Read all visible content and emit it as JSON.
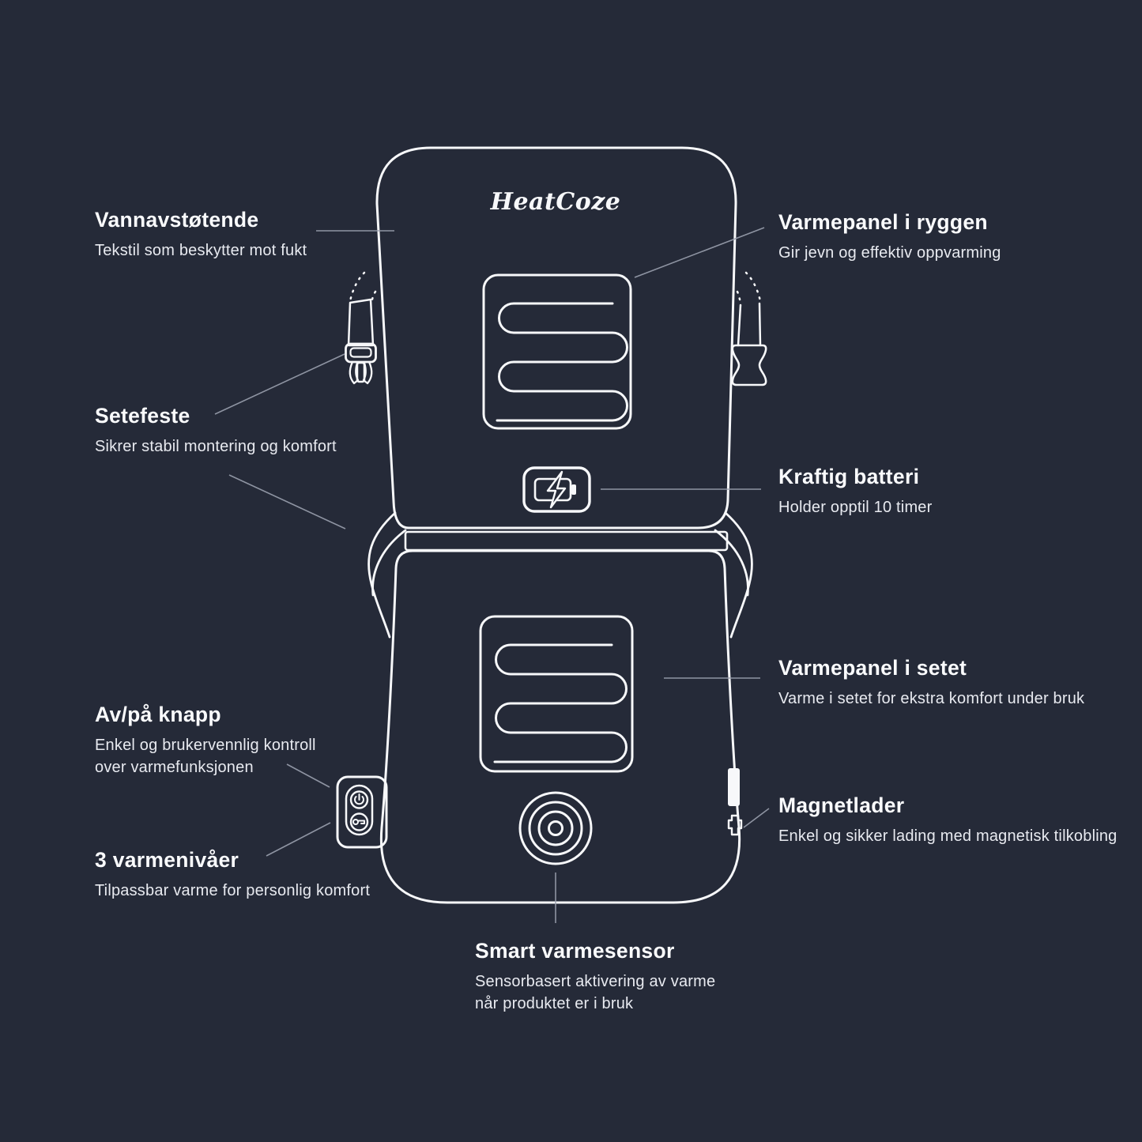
{
  "logo": {
    "text": "HeatCoze"
  },
  "callouts": [
    {
      "id": "vannavstotende",
      "title": "Vannavstøtende",
      "description": "Tekstil som beskytter mot fukt"
    },
    {
      "id": "setefeste",
      "title": "Setefeste",
      "description": "Sikrer stabil montering og komfort"
    },
    {
      "id": "av-pa-knapp",
      "title": "Av/på knapp",
      "description": "Enkel og brukervennlig kontroll over varmefunksjonen"
    },
    {
      "id": "tre-varmenivaer",
      "title": "3 varmenivåer",
      "description": "Tilpassbar varme for personlig komfort"
    },
    {
      "id": "varmepanel-ryggen",
      "title": "Varmepanel i ryggen",
      "description": "Gir jevn og effektiv oppvarming"
    },
    {
      "id": "kraftig-batteri",
      "title": "Kraftig batteri",
      "description": "Holder opptil 10 timer"
    },
    {
      "id": "varmepanel-setet",
      "title": "Varmepanel i setet",
      "description": "Varme i setet for ekstra komfort under bruk"
    },
    {
      "id": "magnetlader",
      "title": "Magnetlader",
      "description": "Enkel og sikker lading med magnetisk tilkobling"
    },
    {
      "id": "smart-varmesensor",
      "title": "Smart varmesensor",
      "description": "Sensorbasert aktivering av varme når produktet er i bruk"
    }
  ],
  "icons": {
    "battery": "battery-charging-icon",
    "power": "power-icon",
    "heat_level": "heat-level-button-icon",
    "buckle": "strap-buckle-icon",
    "charger": "charger-connector-icon",
    "sensor": "sensor-rings-icon"
  },
  "colors": {
    "background": "#252a38",
    "line": "#f7f8fa",
    "heading_text": "#fafbfd",
    "body_text": "#e8eaf0",
    "leader_line": "#9aa0ae"
  }
}
